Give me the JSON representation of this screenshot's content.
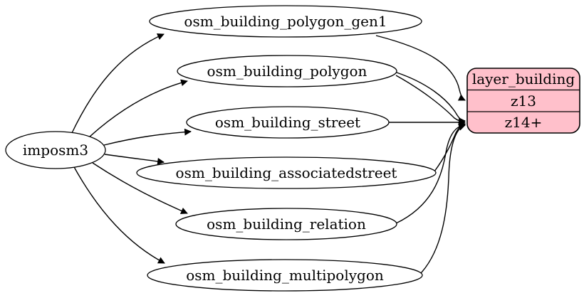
{
  "diagram": {
    "source": {
      "label": "imposm3"
    },
    "tables": [
      {
        "label": "osm_building_polygon_gen1"
      },
      {
        "label": "osm_building_polygon"
      },
      {
        "label": "osm_building_street"
      },
      {
        "label": "osm_building_associatedstreet"
      },
      {
        "label": "osm_building_relation"
      },
      {
        "label": "osm_building_multipolygon"
      }
    ],
    "layer": {
      "title": "layer_building",
      "rows": [
        {
          "label": "z13"
        },
        {
          "label": "z14+"
        }
      ]
    },
    "edges": [
      {
        "from": "imposm3",
        "to": "osm_building_polygon_gen1"
      },
      {
        "from": "imposm3",
        "to": "osm_building_polygon"
      },
      {
        "from": "imposm3",
        "to": "osm_building_street"
      },
      {
        "from": "imposm3",
        "to": "osm_building_associatedstreet"
      },
      {
        "from": "imposm3",
        "to": "osm_building_relation"
      },
      {
        "from": "imposm3",
        "to": "osm_building_multipolygon"
      },
      {
        "from": "osm_building_polygon_gen1",
        "to": "layer_building.z13"
      },
      {
        "from": "osm_building_polygon",
        "to": "layer_building.z14+"
      },
      {
        "from": "osm_building_street",
        "to": "layer_building.z14+"
      },
      {
        "from": "osm_building_associatedstreet",
        "to": "layer_building.z14+"
      },
      {
        "from": "osm_building_relation",
        "to": "layer_building.z14+"
      },
      {
        "from": "osm_building_multipolygon",
        "to": "layer_building.z14+"
      }
    ],
    "colors": {
      "layer_fill": "#ffc0cb",
      "node_fill": "#ffffff",
      "stroke": "#000000",
      "background": "#ffffff"
    }
  }
}
